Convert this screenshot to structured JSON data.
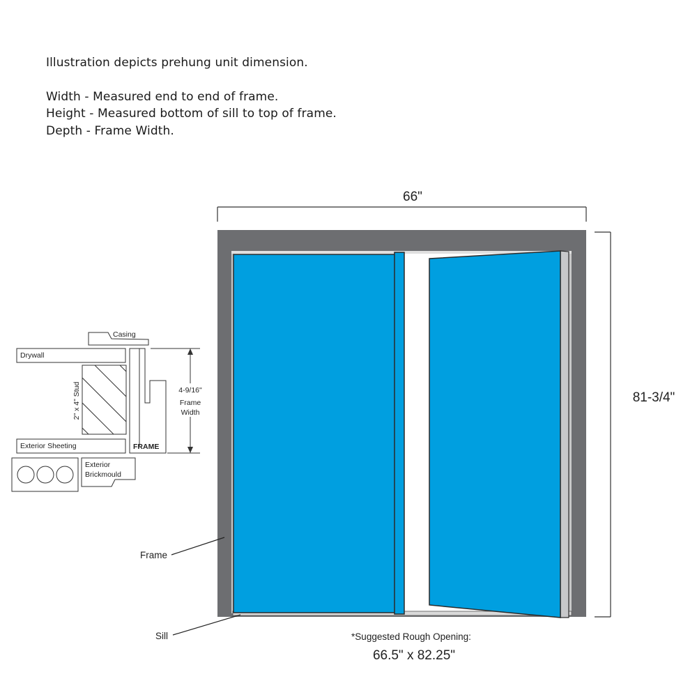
{
  "intro": {
    "line1": "Illustration depicts prehung unit dimension.",
    "line2": "Width - Measured end to end of frame.",
    "line3": "Height - Measured bottom of sill to top of frame.",
    "line4": "Depth - Frame Width."
  },
  "dimensions": {
    "width": "66\"",
    "height": "81-3/4\""
  },
  "callouts": {
    "frame": "Frame",
    "sill": "Sill"
  },
  "rough_opening": {
    "label": "*Suggested Rough Opening:",
    "value": "66.5\" x 82.25\""
  },
  "cross_section": {
    "casing": "Casing",
    "drywall": "Drywall",
    "stud": "2\" x 4\" Stud",
    "depth": "4-9/16\"",
    "frame_width_line1": "Frame",
    "frame_width_line2": "Width",
    "frame": "FRAME",
    "exterior_sheeting": "Exterior Sheeting",
    "brickmould_line1": "Exterior",
    "brickmould_line2": "Brickmould"
  },
  "colors": {
    "door_panel": "#009fe0",
    "frame": "#6d6e71",
    "jamb_light": "#d4d4d4"
  }
}
